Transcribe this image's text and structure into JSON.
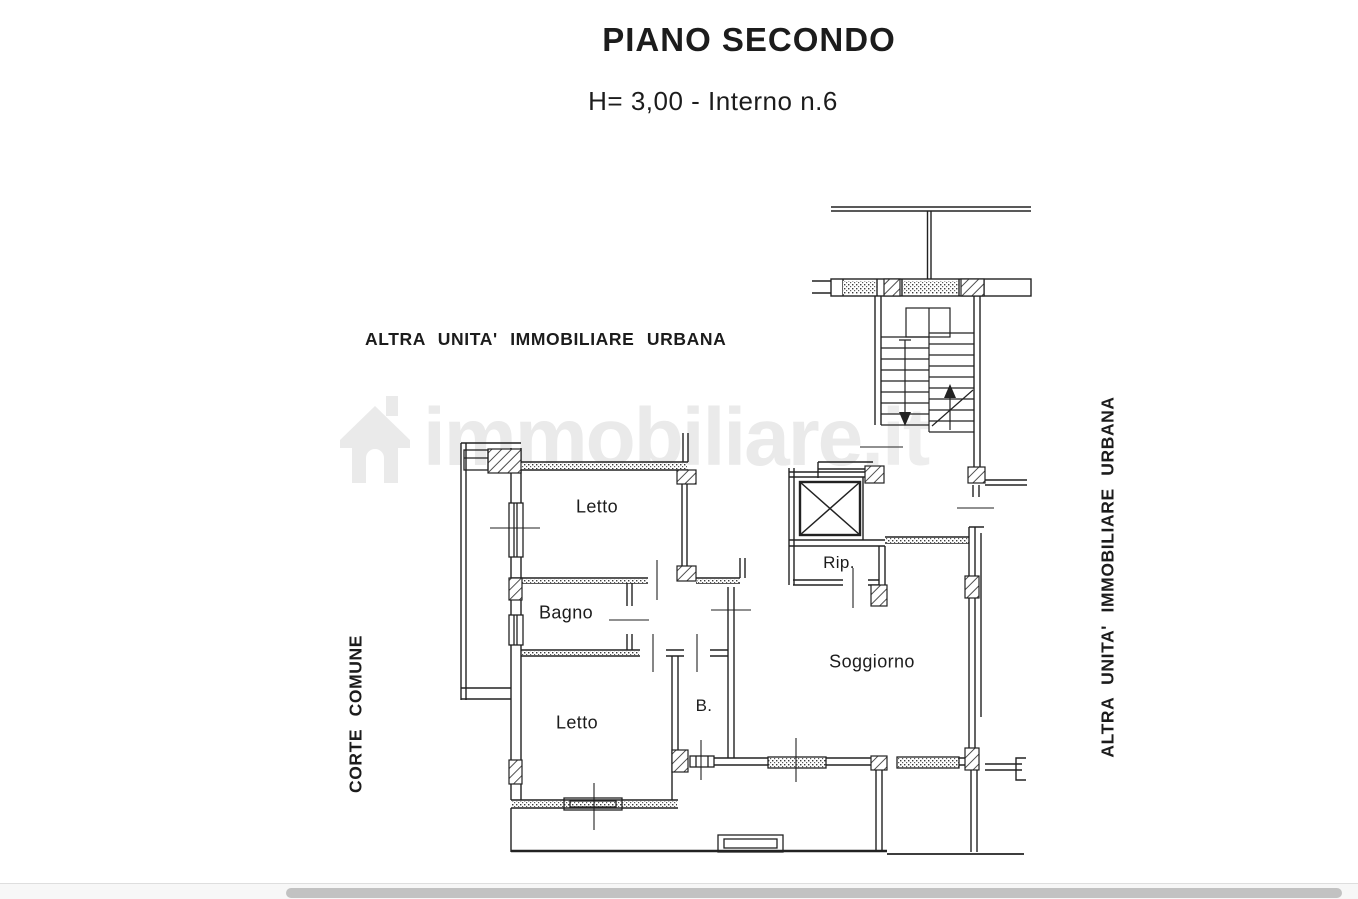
{
  "title": "PIANO SECONDO",
  "subtitle": "H= 3,00 - Interno n.6",
  "annotations": {
    "top_left": "ALTRA UNITA' IMMOBILIARE URBANA",
    "right_vertical": "ALTRA UNITA' IMMOBILIARE URBANA",
    "left_vertical": "CORTE COMUNE"
  },
  "rooms": [
    {
      "label": "Letto"
    },
    {
      "label": "Bagno"
    },
    {
      "label": "Letto"
    },
    {
      "label": "B."
    },
    {
      "label": "Soggiorno"
    },
    {
      "label": "Rip."
    }
  ],
  "watermark": {
    "icon": "house-icon",
    "text": "immobiliare",
    "tld": ".it"
  },
  "colors": {
    "line": "#222222",
    "text": "#1c1c1c",
    "watermark": "#eaeaea",
    "scroll_thumb": "#c2c2c2",
    "scroll_track": "#f7f7f7"
  }
}
